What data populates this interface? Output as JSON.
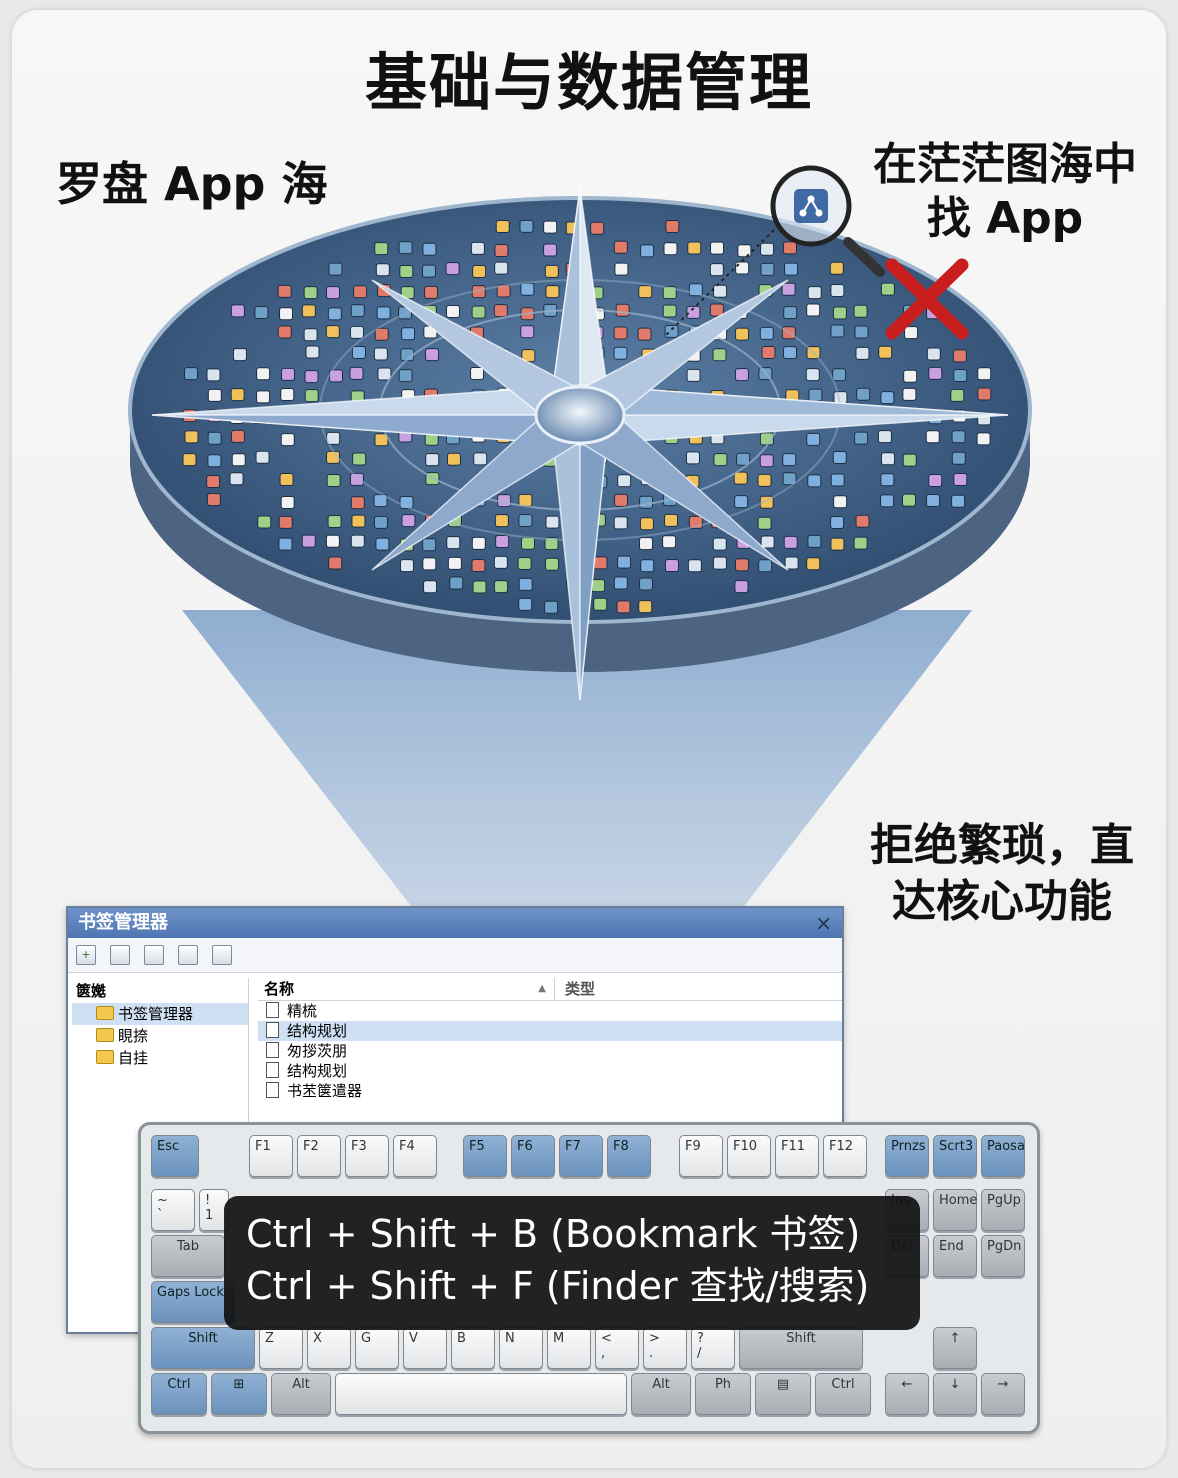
{
  "title": "基础与数据管理",
  "left_label": "罗盘 App 海",
  "right_label": "在茫茫图海中找 App",
  "slogan": "拒绝繁琐，直达核心功能",
  "colors": {
    "accent": "#6b92bd",
    "cross": "#c81e1e",
    "compass": "#2e4f73"
  },
  "window": {
    "title": "书签管理器",
    "close": "×",
    "tree": {
      "header": "篋嬔",
      "items": [
        {
          "label": "书签管理器",
          "selected": true
        },
        {
          "label": "睍捺",
          "selected": false
        },
        {
          "label": "自挂",
          "selected": false
        }
      ]
    },
    "list": {
      "col_name": "名称",
      "col_type": "类型",
      "rows": [
        {
          "label": "精梳",
          "selected": false
        },
        {
          "label": "结构规划",
          "selected": true
        },
        {
          "label": "匆拶茨朋",
          "selected": false
        },
        {
          "label": "结构规划",
          "selected": false
        },
        {
          "label": "书苤箧遣器",
          "selected": false
        }
      ]
    }
  },
  "keyboard": {
    "fn": [
      "Esc",
      "F1",
      "F2",
      "F3",
      "F4",
      "F5",
      "F6",
      "F7",
      "F8",
      "F9",
      "F10",
      "F11",
      "F12",
      "Prnzs",
      "Scrt3",
      "Paosa"
    ],
    "nav": [
      "Ins",
      "Home",
      "PgUp",
      "Del",
      "End",
      "PgDn"
    ],
    "left": [
      "Tab",
      "Gaps Lock",
      "Shift",
      "Ctrl"
    ],
    "shift_row": [
      "Z",
      "X",
      "G",
      "V",
      "B",
      "N",
      "M",
      "<",
      ">",
      "?",
      "Shift"
    ],
    "bottom": [
      "Alt",
      "Alt",
      "Ph",
      "Ctrl"
    ],
    "arrows": [
      "↑",
      "←",
      "↓",
      "→"
    ],
    "grave": [
      "~",
      "`"
    ],
    "one": [
      "!",
      "1"
    ],
    "comma": [
      "<",
      ","
    ],
    "period": [
      ">",
      "."
    ],
    "slash": [
      "?",
      "/"
    ]
  },
  "shortcuts": [
    "Ctrl + Shift + B (Bookmark 书签)",
    "Ctrl + Shift + F (Finder 查找/搜索)"
  ]
}
